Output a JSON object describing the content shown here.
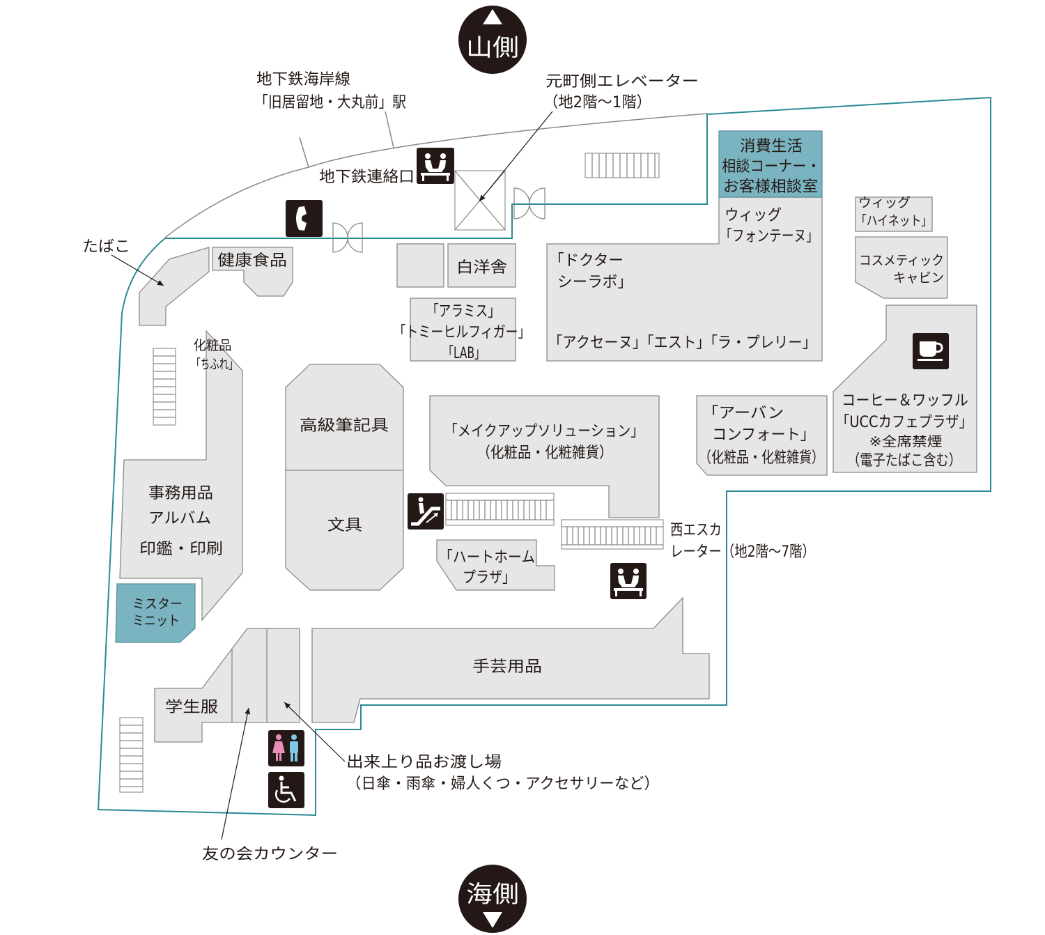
{
  "compass": {
    "top": "山側",
    "bottom": "海側"
  },
  "labels": {
    "subway_line": "地下鉄海岸線",
    "subway_station": "「旧居留地・大丸前」駅",
    "elevator_title": "元町側エレベーター",
    "elevator_floors": "（地2階～1階）",
    "subway_connection": "地下鉄連絡口",
    "tobacco": "たばこ",
    "health_food": "健康食品",
    "hakuyosha": "白洋舎",
    "aramis_1": "「アラミス」",
    "aramis_2": "「トミーヒルフィガー」",
    "aramis_3": "「LAB」",
    "consumer_1": "消費生活",
    "consumer_2": "相談コーナー・",
    "consumer_3": "お客様相談室",
    "fontaine_1": "ウィッグ",
    "fontaine_2": "「フォンテーヌ」",
    "ciralabo_1": "「ドクター",
    "ciralabo_2": "シーラボ」",
    "brands": "「アクセーヌ」「エスト」「ラ・プレリー」",
    "hinet_1": "ウィッグ",
    "hinet_2": "「ハイネット」",
    "cosmetic_1": "コスメティック",
    "cosmetic_2": "キャビン",
    "cafe_1": "コーヒー＆ワッフル",
    "cafe_2": "「UCCカフェプラザ」",
    "cafe_3": "※全席禁煙",
    "cafe_4": "（電子たばこ含む）",
    "chifure_1": "化粧品",
    "chifure_2": "「ちふれ」",
    "office_1": "事務用品",
    "office_2": "アルバム",
    "office_3": "印鑑・印刷",
    "minit_1": "ミスター",
    "minit_2": "ミニット",
    "pens": "高級筆記具",
    "stationery": "文具",
    "makeup_1": "「メイクアップソリューション」",
    "makeup_2": "（化粧品・化粧雑貨）",
    "urban_1": "「アーバン",
    "urban_2": "コンフォート」",
    "urban_3": "（化粧品・化粧雑貨）",
    "escalator_1": "西エスカ",
    "escalator_2": "レーター（地2階～7階）",
    "hearthome_1": "「ハートホーム",
    "hearthome_2": "プラザ」",
    "handicraft": "手芸用品",
    "uniform": "学生服",
    "pickup_1": "出来上り品お渡し場",
    "pickup_2": "（日傘・雨傘・婦人くつ・アクセサリーなど）",
    "tomonokai": "友の会カウンター"
  },
  "icons": {
    "compass_up": "triangle-up-icon",
    "compass_down": "triangle-down-icon",
    "seating": "seating-icon",
    "phone": "phone-icon",
    "escalator": "escalator-icon",
    "coffee": "coffee-icon",
    "restroom": "restroom-icon",
    "wheelchair": "wheelchair-icon"
  },
  "colors": {
    "outline": "#2a8a94",
    "highlight_fill": "#7ab4c0",
    "shop_fill": "#e6e6e6",
    "shop_stroke": "#8a8a8a",
    "icon_background": "#231815",
    "restroom_female": "#e88fb5",
    "restroom_male": "#7ec8e8"
  }
}
